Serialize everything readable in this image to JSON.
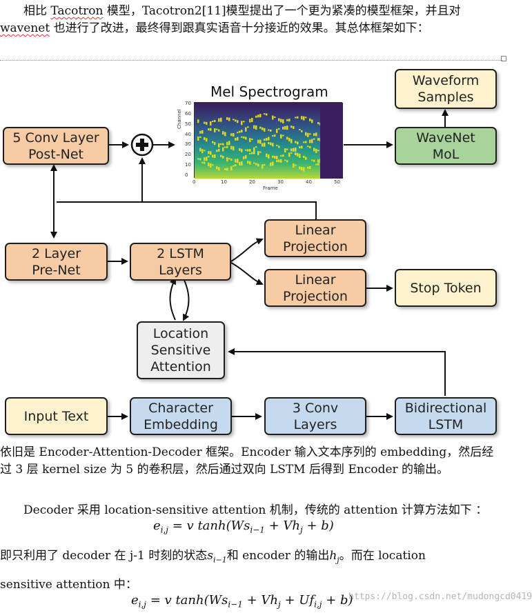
{
  "intro": {
    "part1": "相比 ",
    "word_tacotron": "Tacotron",
    "part2": " 模型，Tacotron2[11]模型提出了一个更为紧凑的模型框架，并且对 ",
    "word_wavenet": "wavenet",
    "part3": " 也进行了改进，最终得到跟真实语音十分接近的效果。其总体框架如下："
  },
  "diagram": {
    "post_net": "5 Conv Layer\nPost-Net",
    "plus_symbol": "+",
    "spectrogram_title": "Mel Spectrogram",
    "spectrogram_y_label": "Channel",
    "spectrogram_x_label": "Frame",
    "spectrogram_y_ticks": [
      "70",
      "60",
      "50",
      "40",
      "30",
      "20",
      "10",
      "0"
    ],
    "spectrogram_x_ticks": [
      "0",
      "10",
      "20",
      "30",
      "40",
      "50"
    ],
    "waveform_samples": "Waveform\nSamples",
    "wavenet_mol": "WaveNet\nMoL",
    "pre_net": "2 Layer\nPre-Net",
    "lstm_layers": "2 LSTM\nLayers",
    "linear_projection_1": "Linear\nProjection",
    "linear_projection_2": "Linear\nProjection",
    "stop_token": "Stop Token",
    "location_attention": "Location\nSensitive\nAttention",
    "input_text": "Input Text",
    "char_embedding": "Character\nEmbedding",
    "conv_layers": "3 Conv\nLayers",
    "bilstm": "Bidirectional\nLSTM"
  },
  "body": {
    "para1": "依旧是 Encoder-Attention-Decoder 框架。Encoder 输入文本序列的 embedding，然后经过 3 层 kernel size 为 5 的卷积层，然后通过双向 LSTM 后得到 Encoder 的输出。",
    "para2": "Decoder 采用 location-sensitive attention 机制，传统的 attention 计算方法如下 ：",
    "para3_a": "即只利用了 decoder 在 j-1 时刻的状态",
    "para3_b": "和 encoder 的输出",
    "para3_c": "。而在 location",
    "para4": "sensitive attention 中："
  },
  "watermark": "https://blog.csdn.net/mudongcd0419"
}
